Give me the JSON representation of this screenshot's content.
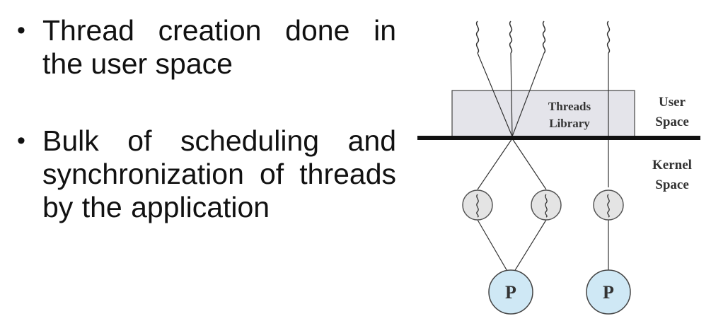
{
  "bullets": [
    {
      "text": "Thread creation done in the user space"
    },
    {
      "text": "Bulk of scheduling and synchronization of threads by the application"
    }
  ],
  "diagram": {
    "threads_library_label": [
      "Threads",
      "Library"
    ],
    "user_space_label": [
      "User",
      "Space"
    ],
    "kernel_space_label": [
      "Kernel",
      "Space"
    ],
    "process_label": "P",
    "colors": {
      "library_box": "#e4e4ea",
      "kernel_thread_circle": "#e4e4e4",
      "process_circle": "#cfe8f5",
      "boundary_line": "#111111"
    }
  }
}
